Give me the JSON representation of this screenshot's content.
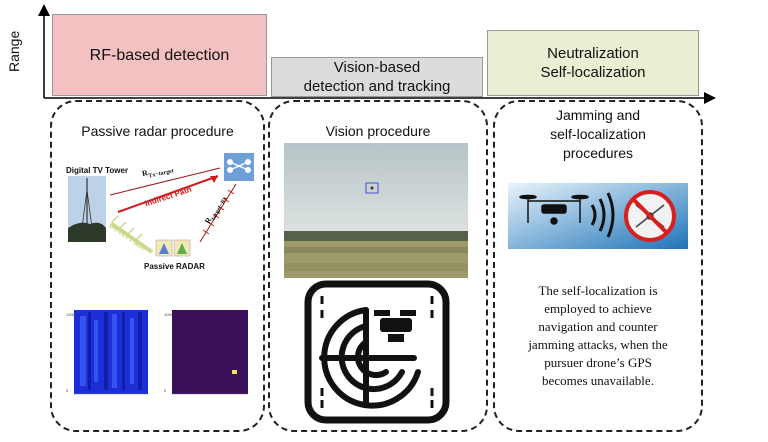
{
  "axis": {
    "y_label": "Range"
  },
  "bars": {
    "rf": "RF-based detection",
    "vision_line1": "Vision-based",
    "vision_line2": "detection and tracking",
    "neutral_line1": "Neutralization",
    "neutral_line2": "Self-localization"
  },
  "panels": {
    "radar_title": "Passive radar procedure",
    "vision_title": "Vision procedure",
    "jam_title_line1": "Jamming and",
    "jam_title_line2": "self-localization",
    "jam_title_line3": "procedures"
  },
  "radar_diagram": {
    "tower_label": "Digital TV Tower",
    "tx_target": "R",
    "tx_target_sub": "Tx−target",
    "target_rx": "R",
    "target_rx_sub": "target−Rx",
    "indirect_path": "Indirect Path",
    "direct_path": "Direct Path",
    "radar_label": "Passive RADAR"
  },
  "self_localization_text": [
    "The self-localization is",
    "employed to achieve",
    "navigation and counter",
    "jamming attacks, when the",
    "pursuer drone’s GPS",
    "becomes unavailable."
  ],
  "colors": {
    "rf_bar": "#f4c1c3",
    "vision_bar": "#dcdcdc",
    "neutral_bar": "#eceed3",
    "indirect_path": "#d01c1c",
    "direct_path": "#c9d98f",
    "heatmap_blue": "#1c2fd6",
    "heatmap_purple": "#3a0f5a"
  }
}
